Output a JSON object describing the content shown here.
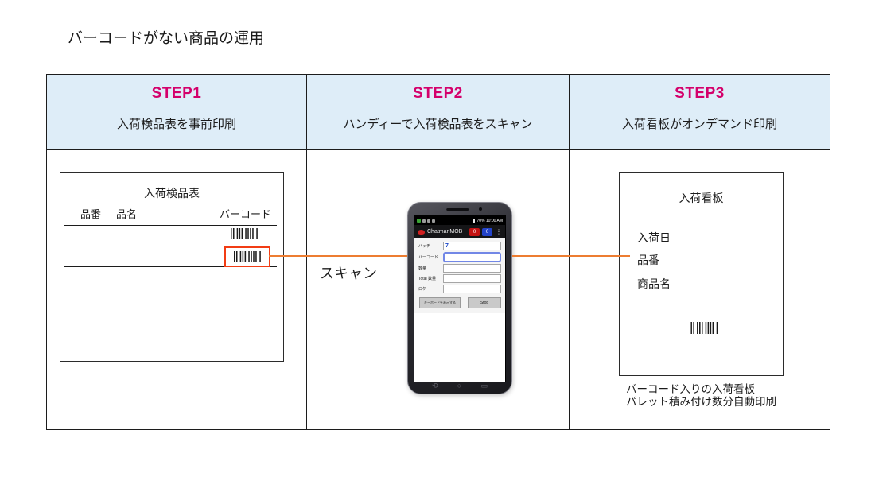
{
  "page_title": "バーコードがない商品の運用",
  "flow_table": {
    "steps": [
      {
        "label": "STEP1",
        "description": "入荷検品表を事前印刷"
      },
      {
        "label": "STEP2",
        "description": "ハンディーで入荷検品表をスキャン"
      },
      {
        "label": "STEP3",
        "description": "入荷看板がオンデマンド印刷"
      }
    ]
  },
  "inspection_sheet": {
    "title": "入荷検品表",
    "columns": [
      "品番",
      "品名",
      "バーコード"
    ]
  },
  "scan_label": "スキャン",
  "handy_phone": {
    "status_text": "70% 10:00 AM",
    "app_title": "ChatmanMOB",
    "badge_red": "0",
    "badge_blue": "0",
    "form": {
      "fields": [
        {
          "label": "バッチ",
          "value": "7"
        },
        {
          "label": "バーコード",
          "value": ""
        },
        {
          "label": "数量",
          "value": ""
        },
        {
          "label": "Total 数量",
          "value": ""
        },
        {
          "label": "ロケ",
          "value": ""
        }
      ],
      "buttons": [
        {
          "label": "キーボードを表示する"
        },
        {
          "label": "Stop"
        }
      ]
    }
  },
  "kanban_card": {
    "title": "入荷看板",
    "fields": [
      "入荷日",
      "品番",
      "商品名"
    ],
    "caption_lines": [
      "バーコード入りの入荷看板",
      "パレット積み付け数分自動印刷"
    ]
  },
  "icons": {
    "menu": "⋮",
    "nav_back": "⟲",
    "nav_home": "○",
    "nav_recent": "▭"
  },
  "colors": {
    "step_accent": "#D4006B",
    "header_bg": "#DEEDF8",
    "connector": "#ED7D31",
    "highlight_box": "#F23C14"
  }
}
